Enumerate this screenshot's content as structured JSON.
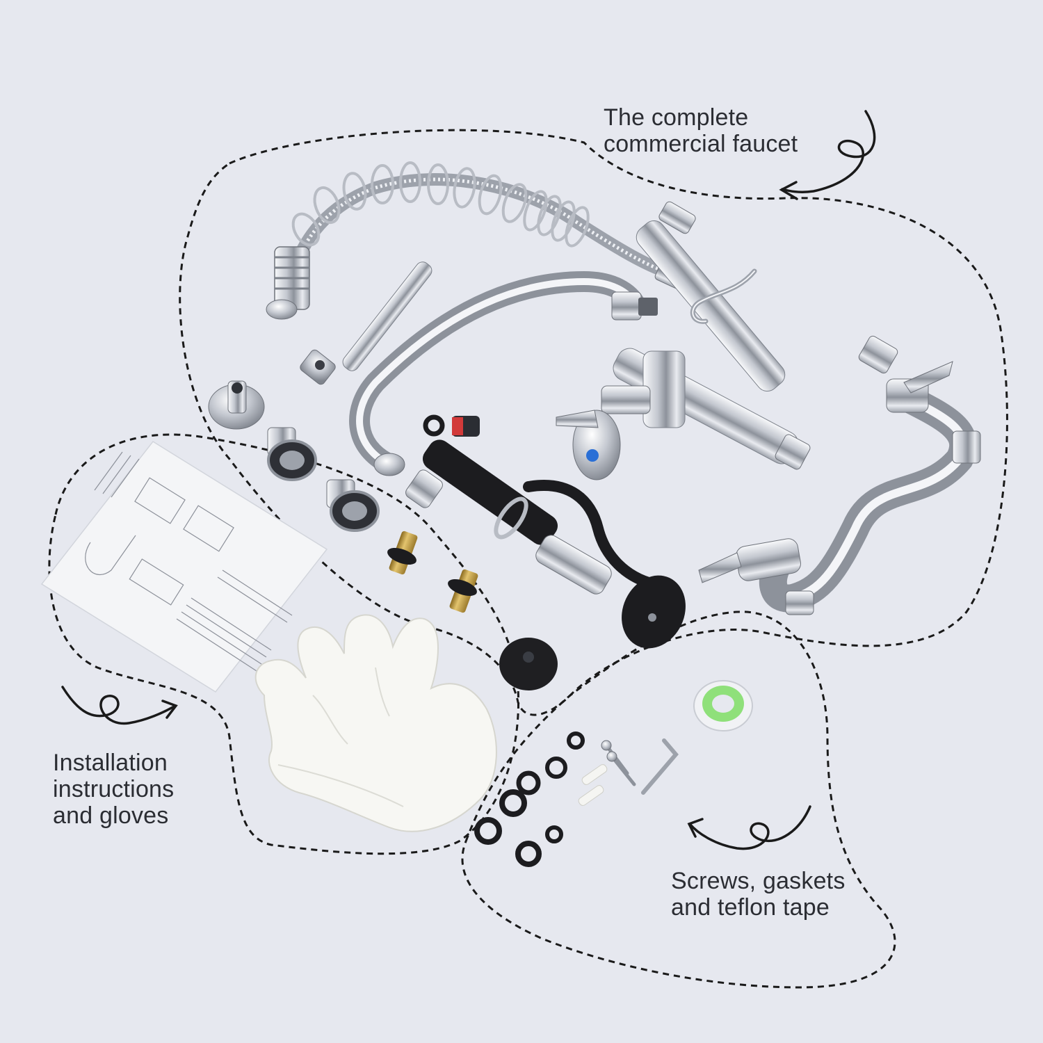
{
  "captions": {
    "faucet": [
      "The complete",
      "commercial faucet"
    ],
    "install": [
      "Installation",
      "instructions",
      "and gloves"
    ],
    "screws": [
      "Screws, gaskets",
      "and teflon tape"
    ]
  },
  "colors": {
    "background": "#e6e8ef",
    "chrome": "#c9ccd3",
    "chrome_highlight": "#f7f8fb",
    "dark": "#1c1c1f",
    "brass": "#c8a24a",
    "teflon_green": "#8fe07a",
    "valve_blue": "#2a6fd6",
    "valve_red": "#d23a3a",
    "outline": "#1a1a1a"
  },
  "icons": [
    "swirl-arrow-icon",
    "dashed-group-outline"
  ]
}
